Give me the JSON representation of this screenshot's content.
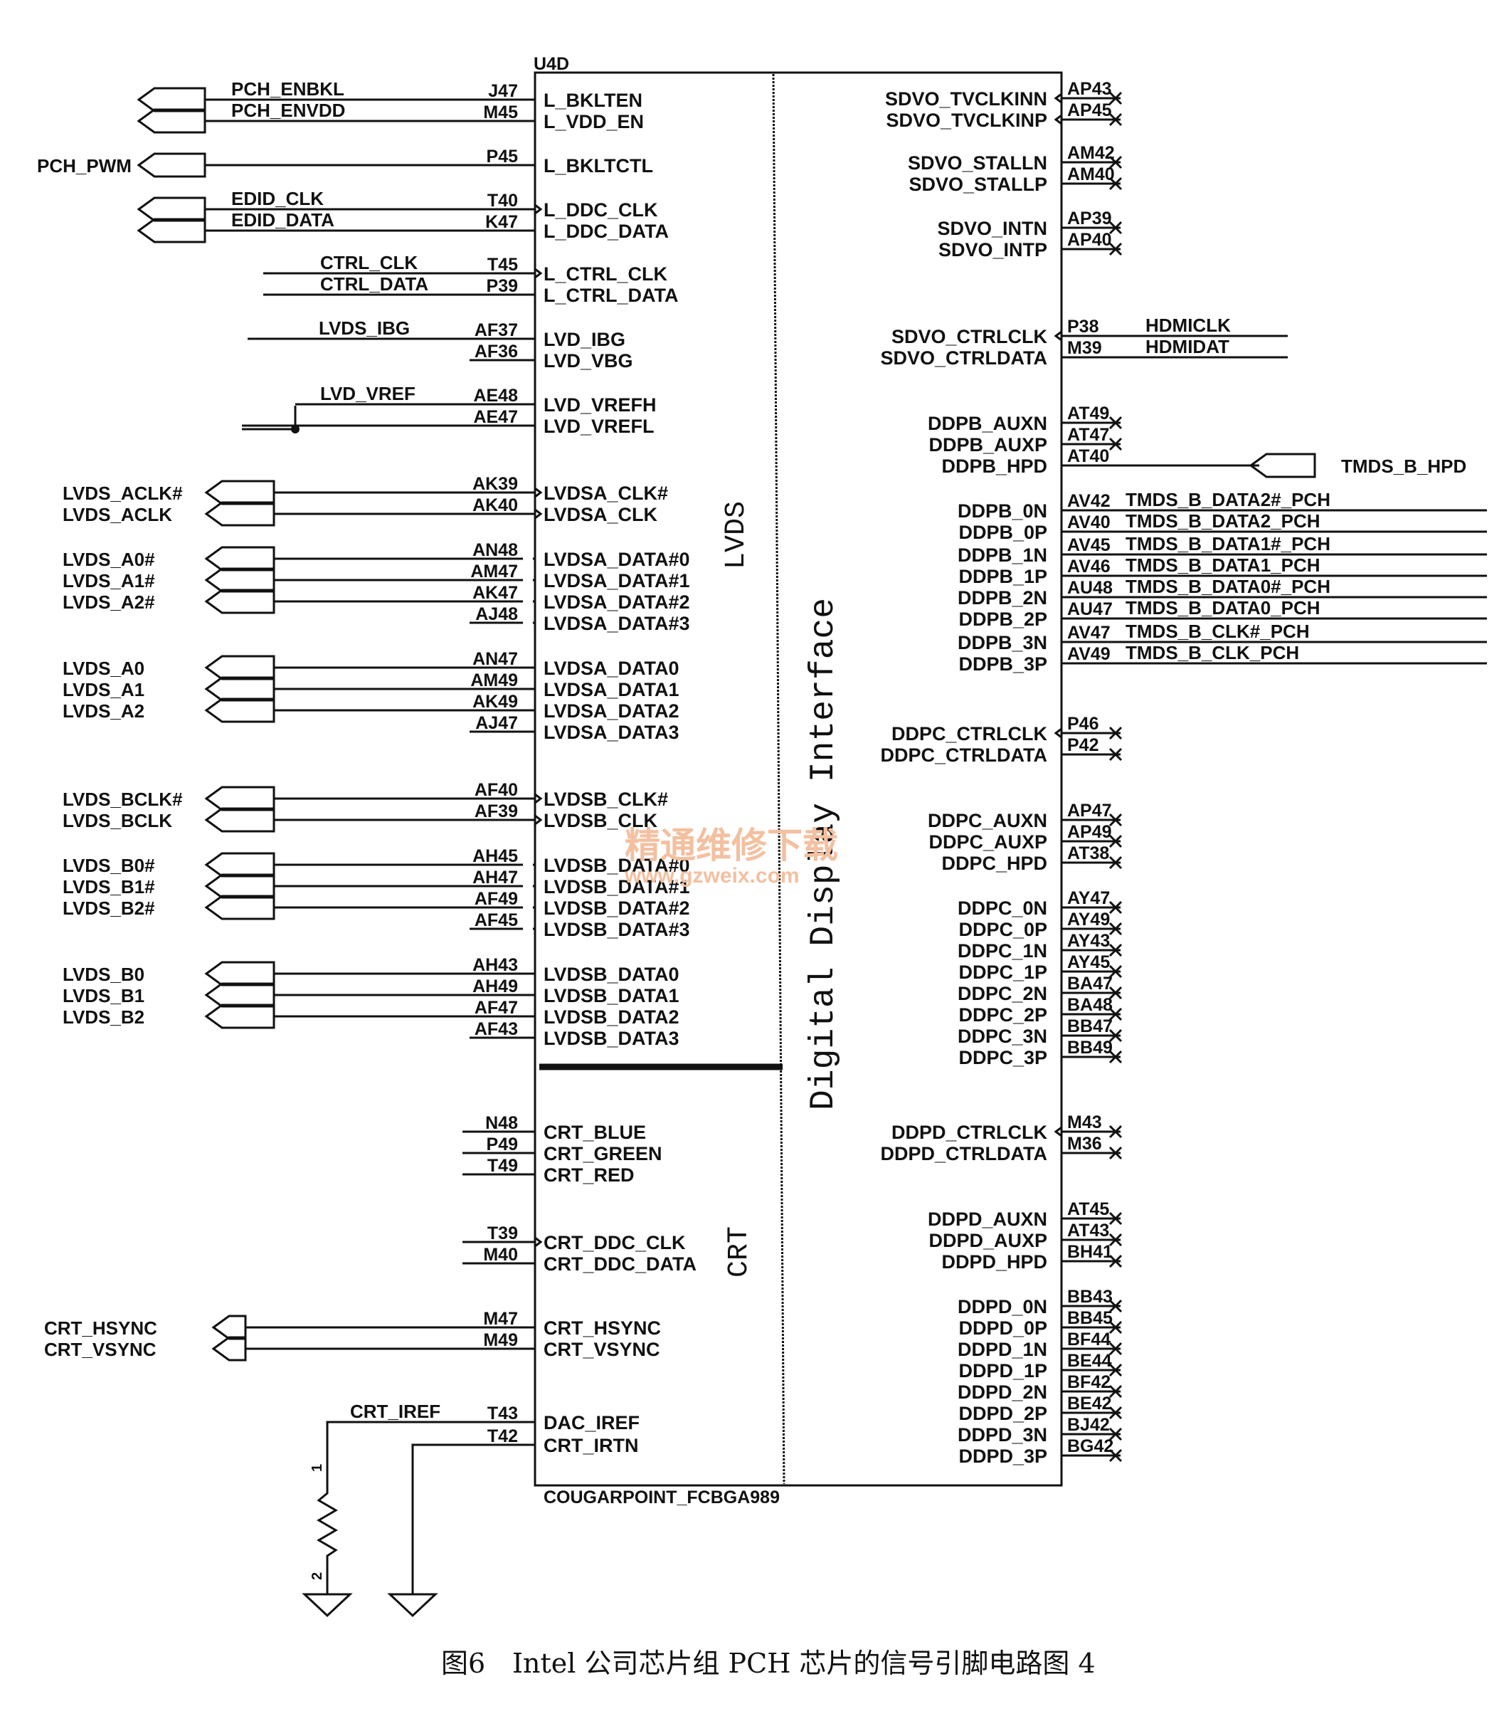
{
  "chip": {
    "refdes": "U4D",
    "part": "COUGARPOINT_FCBGA989",
    "section_lvds": "LVDS",
    "section_crt": "CRT",
    "section_ddi": "Digital Display Interface"
  },
  "left_pins": [
    {
      "pin": "J47",
      "name": "L_BKLTEN",
      "net": "PCH_ENBKL"
    },
    {
      "pin": "M45",
      "name": "L_VDD_EN",
      "net": "PCH_ENVDD"
    },
    {
      "pin": "P45",
      "name": "L_BKLTCTL",
      "net": "PCH_PWM"
    },
    {
      "pin": "T40",
      "name": "L_DDC_CLK",
      "net": "EDID_CLK"
    },
    {
      "pin": "K47",
      "name": "L_DDC_DATA",
      "net": "EDID_DATA"
    },
    {
      "pin": "T45",
      "name": "L_CTRL_CLK",
      "net": "CTRL_CLK"
    },
    {
      "pin": "P39",
      "name": "L_CTRL_DATA",
      "net": "CTRL_DATA"
    },
    {
      "pin": "AF37",
      "name": "LVD_IBG",
      "net": "LVDS_IBG"
    },
    {
      "pin": "AF36",
      "name": "LVD_VBG",
      "net": ""
    },
    {
      "pin": "AE48",
      "name": "LVD_VREFH",
      "net": "LVD_VREF"
    },
    {
      "pin": "AE47",
      "name": "LVD_VREFL",
      "net": ""
    },
    {
      "pin": "AK39",
      "name": "LVDSA_CLK#",
      "net": "LVDS_ACLK#"
    },
    {
      "pin": "AK40",
      "name": "LVDSA_CLK",
      "net": "LVDS_ACLK"
    },
    {
      "pin": "AN48",
      "name": "LVDSA_DATA#0",
      "net": "LVDS_A0#"
    },
    {
      "pin": "AM47",
      "name": "LVDSA_DATA#1",
      "net": "LVDS_A1#"
    },
    {
      "pin": "AK47",
      "name": "LVDSA_DATA#2",
      "net": "LVDS_A2#"
    },
    {
      "pin": "AJ48",
      "name": "LVDSA_DATA#3",
      "net": ""
    },
    {
      "pin": "AN47",
      "name": "LVDSA_DATA0",
      "net": "LVDS_A0"
    },
    {
      "pin": "AM49",
      "name": "LVDSA_DATA1",
      "net": "LVDS_A1"
    },
    {
      "pin": "AK49",
      "name": "LVDSA_DATA2",
      "net": "LVDS_A2"
    },
    {
      "pin": "AJ47",
      "name": "LVDSA_DATA3",
      "net": ""
    },
    {
      "pin": "AF40",
      "name": "LVDSB_CLK#",
      "net": "LVDS_BCLK#"
    },
    {
      "pin": "AF39",
      "name": "LVDSB_CLK",
      "net": "LVDS_BCLK"
    },
    {
      "pin": "AH45",
      "name": "LVDSB_DATA#0",
      "net": "LVDS_B0#"
    },
    {
      "pin": "AH47",
      "name": "LVDSB_DATA#1",
      "net": "LVDS_B1#"
    },
    {
      "pin": "AF49",
      "name": "LVDSB_DATA#2",
      "net": "LVDS_B2#"
    },
    {
      "pin": "AF45",
      "name": "LVDSB_DATA#3",
      "net": ""
    },
    {
      "pin": "AH43",
      "name": "LVDSB_DATA0",
      "net": "LVDS_B0"
    },
    {
      "pin": "AH49",
      "name": "LVDSB_DATA1",
      "net": "LVDS_B1"
    },
    {
      "pin": "AF47",
      "name": "LVDSB_DATA2",
      "net": "LVDS_B2"
    },
    {
      "pin": "AF43",
      "name": "LVDSB_DATA3",
      "net": ""
    },
    {
      "pin": "N48",
      "name": "CRT_BLUE",
      "net": ""
    },
    {
      "pin": "P49",
      "name": "CRT_GREEN",
      "net": ""
    },
    {
      "pin": "T49",
      "name": "CRT_RED",
      "net": ""
    },
    {
      "pin": "T39",
      "name": "CRT_DDC_CLK",
      "net": ""
    },
    {
      "pin": "M40",
      "name": "CRT_DDC_DATA",
      "net": ""
    },
    {
      "pin": "M47",
      "name": "CRT_HSYNC",
      "net": "CRT_HSYNC"
    },
    {
      "pin": "M49",
      "name": "CRT_VSYNC",
      "net": "CRT_VSYNC"
    },
    {
      "pin": "T43",
      "name": "DAC_IREF",
      "net": "CRT_IREF"
    },
    {
      "pin": "T42",
      "name": "CRT_IRTN",
      "net": ""
    }
  ],
  "right_pins": [
    {
      "pin": "AP43",
      "name": "SDVO_TVCLKINN",
      "net": ""
    },
    {
      "pin": "AP45",
      "name": "SDVO_TVCLKINP",
      "net": ""
    },
    {
      "pin": "AM42",
      "name": "SDVO_STALLN",
      "net": ""
    },
    {
      "pin": "AM40",
      "name": "SDVO_STALLP",
      "net": ""
    },
    {
      "pin": "AP39",
      "name": "SDVO_INTN",
      "net": ""
    },
    {
      "pin": "AP40",
      "name": "SDVO_INTP",
      "net": ""
    },
    {
      "pin": "P38",
      "name": "SDVO_CTRLCLK",
      "net": "HDMICLK"
    },
    {
      "pin": "M39",
      "name": "SDVO_CTRLDATA",
      "net": "HDMIDAT"
    },
    {
      "pin": "AT49",
      "name": "DDPB_AUXN",
      "net": ""
    },
    {
      "pin": "AT47",
      "name": "DDPB_AUXP",
      "net": ""
    },
    {
      "pin": "AT40",
      "name": "DDPB_HPD",
      "net": "TMDS_B_HPD"
    },
    {
      "pin": "AV42",
      "name": "DDPB_0N",
      "net": "TMDS_B_DATA2#_PCH"
    },
    {
      "pin": "AV40",
      "name": "DDPB_0P",
      "net": "TMDS_B_DATA2_PCH"
    },
    {
      "pin": "AV45",
      "name": "DDPB_1N",
      "net": "TMDS_B_DATA1#_PCH"
    },
    {
      "pin": "AV46",
      "name": "DDPB_1P",
      "net": "TMDS_B_DATA1_PCH"
    },
    {
      "pin": "AU48",
      "name": "DDPB_2N",
      "net": "TMDS_B_DATA0#_PCH"
    },
    {
      "pin": "AU47",
      "name": "DDPB_2P",
      "net": "TMDS_B_DATA0_PCH"
    },
    {
      "pin": "AV47",
      "name": "DDPB_3N",
      "net": "TMDS_B_CLK#_PCH"
    },
    {
      "pin": "AV49",
      "name": "DDPB_3P",
      "net": "TMDS_B_CLK_PCH"
    },
    {
      "pin": "P46",
      "name": "DDPC_CTRLCLK",
      "net": ""
    },
    {
      "pin": "P42",
      "name": "DDPC_CTRLDATA",
      "net": ""
    },
    {
      "pin": "AP47",
      "name": "DDPC_AUXN",
      "net": ""
    },
    {
      "pin": "AP49",
      "name": "DDPC_AUXP",
      "net": ""
    },
    {
      "pin": "AT38",
      "name": "DDPC_HPD",
      "net": ""
    },
    {
      "pin": "AY47",
      "name": "DDPC_0N",
      "net": ""
    },
    {
      "pin": "AY49",
      "name": "DDPC_0P",
      "net": ""
    },
    {
      "pin": "AY43",
      "name": "DDPC_1N",
      "net": ""
    },
    {
      "pin": "AY45",
      "name": "DDPC_1P",
      "net": ""
    },
    {
      "pin": "BA47",
      "name": "DDPC_2N",
      "net": ""
    },
    {
      "pin": "BA48",
      "name": "DDPC_2P",
      "net": ""
    },
    {
      "pin": "BB47",
      "name": "DDPC_3N",
      "net": ""
    },
    {
      "pin": "BB49",
      "name": "DDPC_3P",
      "net": ""
    },
    {
      "pin": "M43",
      "name": "DDPD_CTRLCLK",
      "net": ""
    },
    {
      "pin": "M36",
      "name": "DDPD_CTRLDATA",
      "net": ""
    },
    {
      "pin": "AT45",
      "name": "DDPD_AUXN",
      "net": ""
    },
    {
      "pin": "AT43",
      "name": "DDPD_AUXP",
      "net": ""
    },
    {
      "pin": "BH41",
      "name": "DDPD_HPD",
      "net": ""
    },
    {
      "pin": "BB43",
      "name": "DDPD_0N",
      "net": ""
    },
    {
      "pin": "BB45",
      "name": "DDPD_0P",
      "net": ""
    },
    {
      "pin": "BF44",
      "name": "DDPD_1N",
      "net": ""
    },
    {
      "pin": "BE44",
      "name": "DDPD_1P",
      "net": ""
    },
    {
      "pin": "BF42",
      "name": "DDPD_2N",
      "net": ""
    },
    {
      "pin": "BE42",
      "name": "DDPD_2P",
      "net": ""
    },
    {
      "pin": "BJ42",
      "name": "DDPD_3N",
      "net": ""
    },
    {
      "pin": "BG42",
      "name": "DDPD_3P",
      "net": ""
    }
  ],
  "resistor_pins": {
    "top": "1",
    "bottom": "2"
  },
  "watermark": {
    "cn": "精通维修下载",
    "url": "www.gzweix.com"
  },
  "caption": {
    "fig": "图6",
    "text": "Intel 公司芯片组 PCH 芯片的信号引脚电路图 4"
  }
}
